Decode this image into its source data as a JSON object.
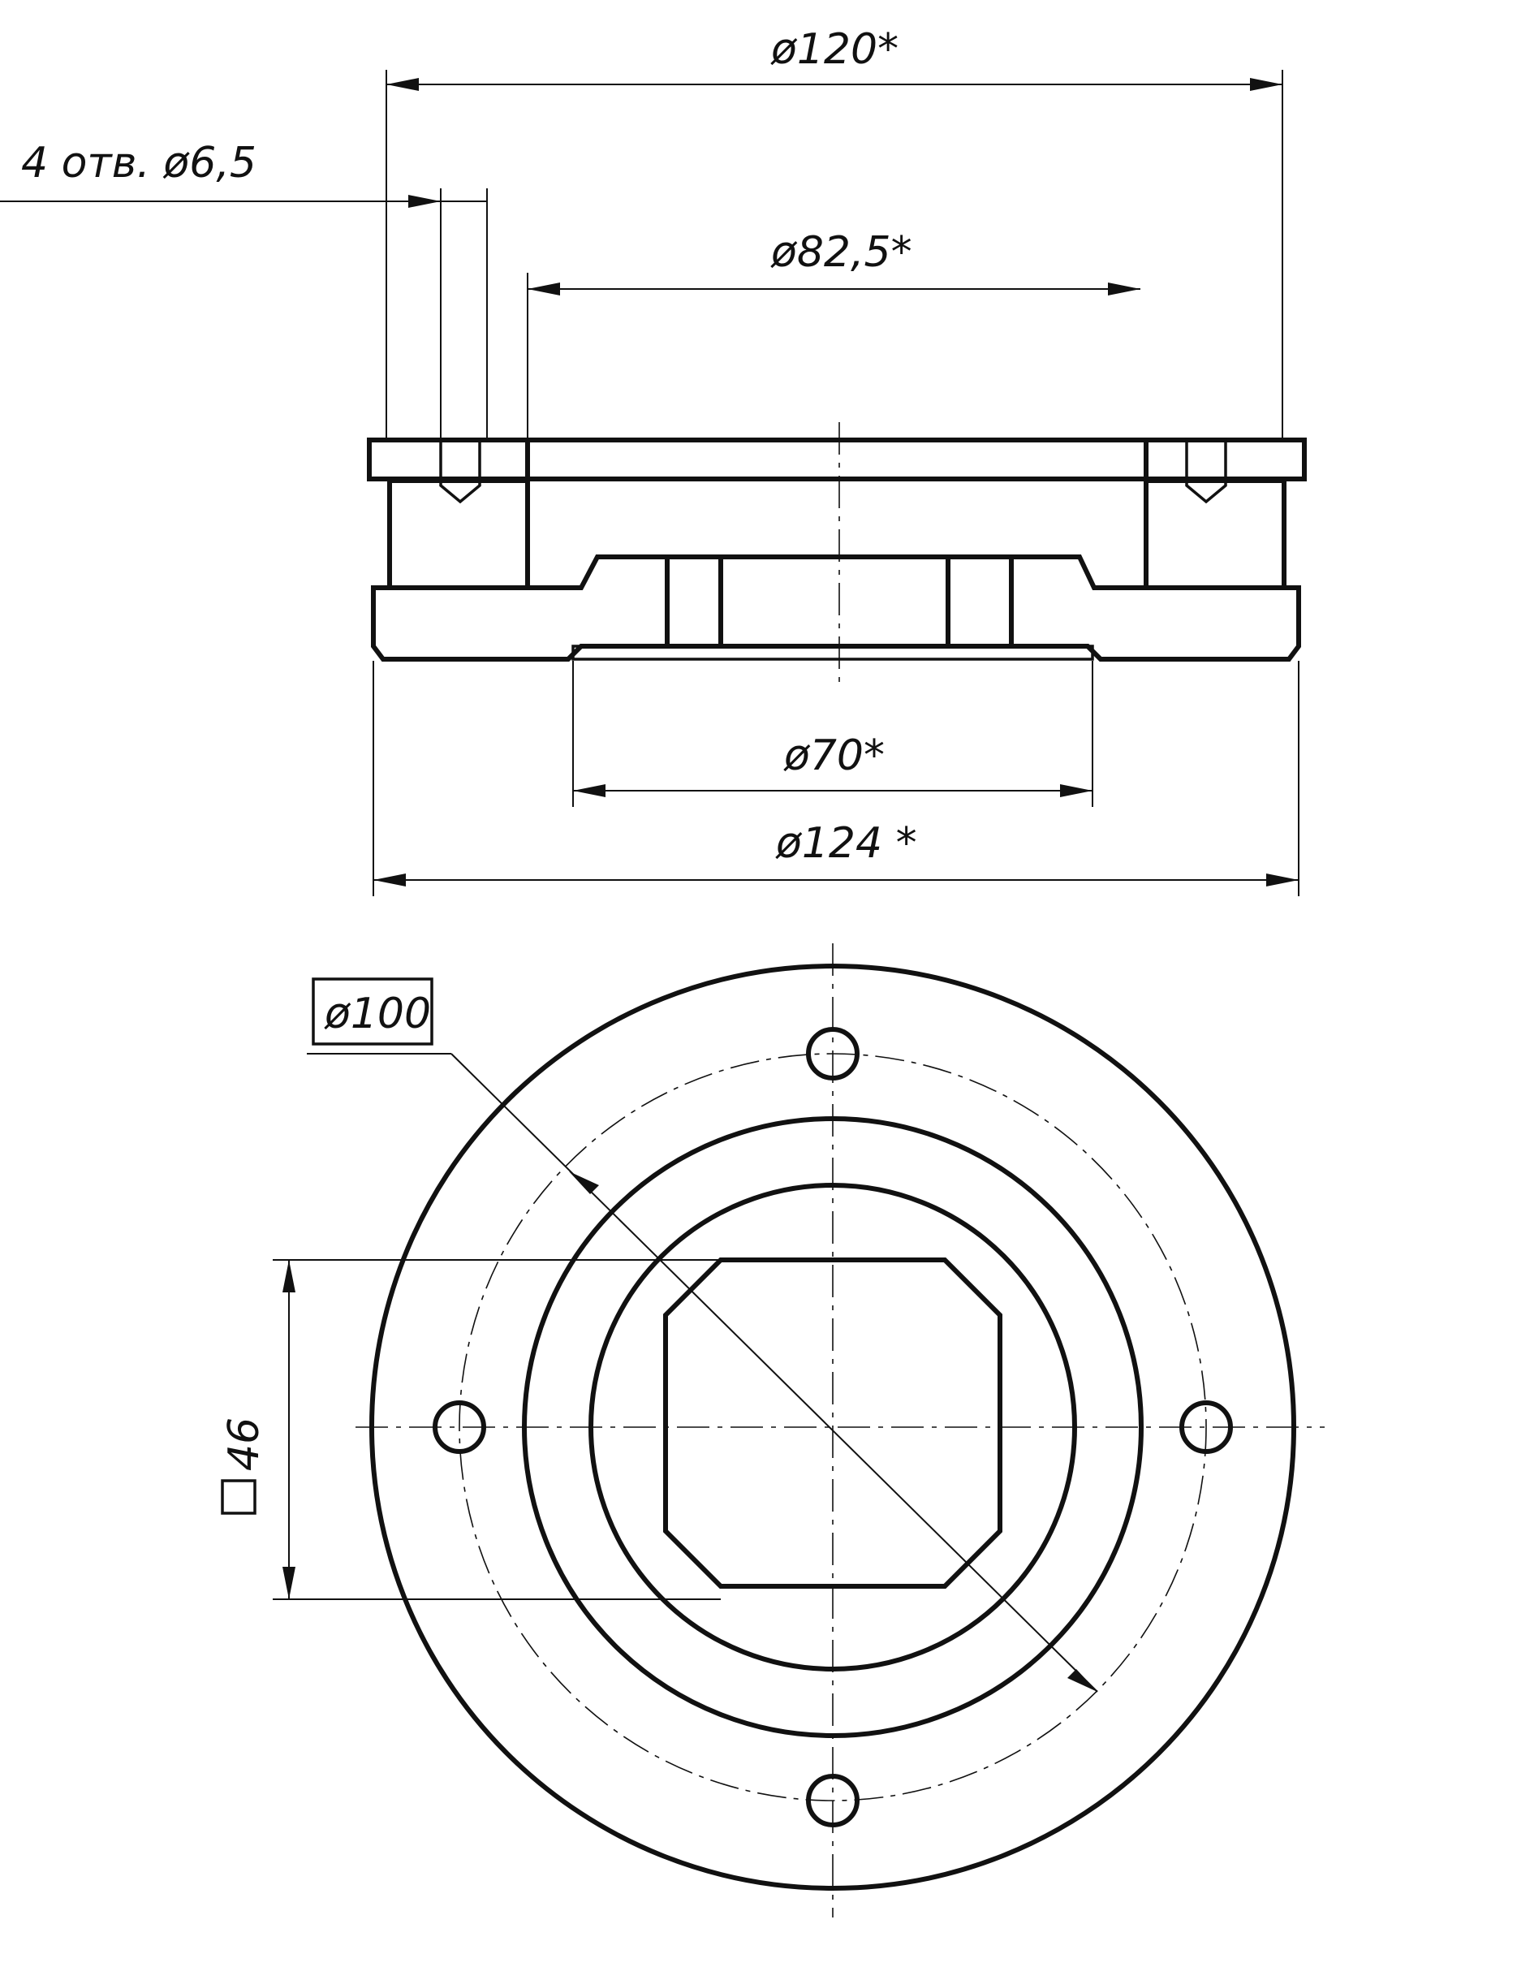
{
  "drawing": {
    "ink_color": "#111111",
    "paper_color": "#ffffff",
    "section_view": {
      "dim_outer_top": "ø120*",
      "dim_holes": "4 отв. ø6,5",
      "dim_recess": "ø82,5*",
      "dim_spigot": "ø70*",
      "dim_outer_base": "ø124 *"
    },
    "plan_view": {
      "dim_pitch_circle": "ø100",
      "dim_square": "46",
      "square_symbol": "□"
    }
  }
}
